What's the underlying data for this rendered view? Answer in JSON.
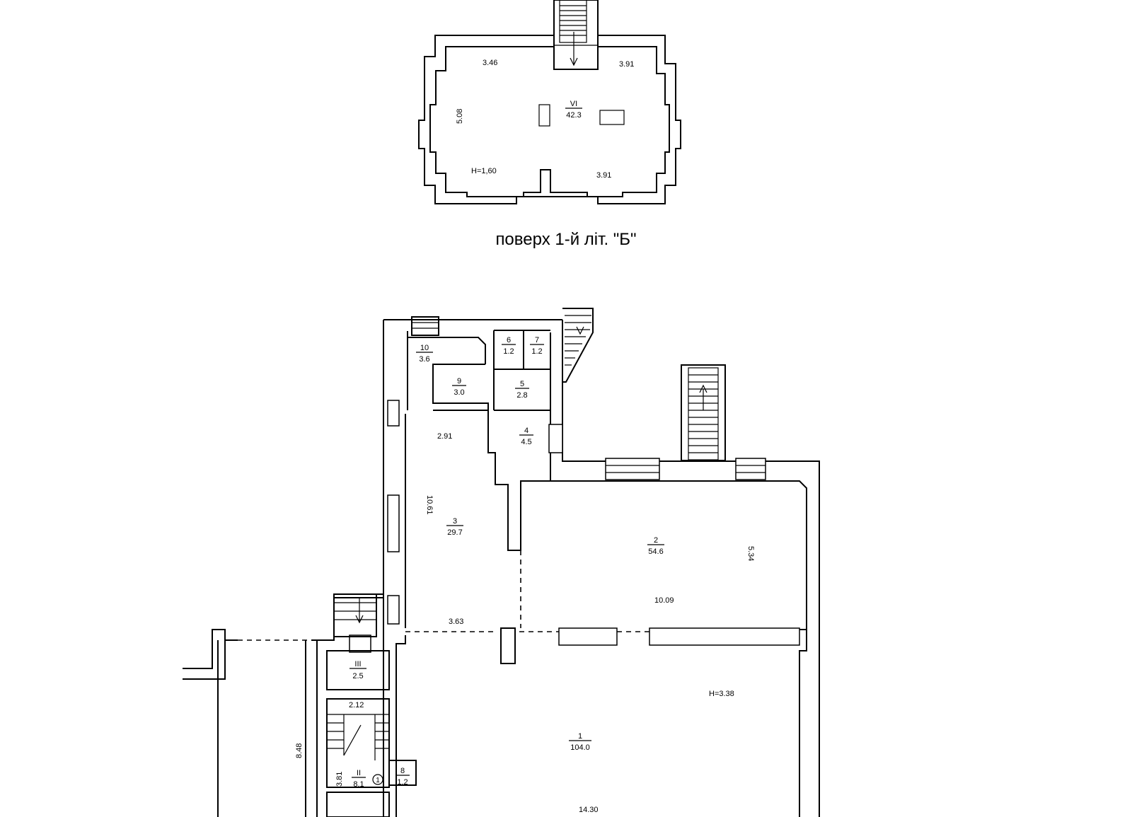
{
  "upper": {
    "caption": "поверх 1-й літ. \"Б\"",
    "dims": {
      "top_left": "3.46",
      "top_right": "3.91",
      "bottom_right": "3.91",
      "left_vertical": "5.08",
      "height": "H=1,60"
    },
    "room_vi": {
      "num": "VI",
      "area": "42.3"
    }
  },
  "lower": {
    "rooms": {
      "r1": {
        "num": "1",
        "area": "104.0"
      },
      "r2": {
        "num": "2",
        "area": "54.6"
      },
      "r3": {
        "num": "3",
        "area": "29.7"
      },
      "r4": {
        "num": "4",
        "area": "4.5"
      },
      "r5": {
        "num": "5",
        "area": "2.8"
      },
      "r6": {
        "num": "6",
        "area": "1.2"
      },
      "r7": {
        "num": "7",
        "area": "1.2"
      },
      "r8": {
        "num": "8",
        "area": "1.2"
      },
      "r9": {
        "num": "9",
        "area": "3.0"
      },
      "r10": {
        "num": "10",
        "area": "3.6"
      },
      "rII": {
        "num": "II",
        "area": "8.1"
      },
      "rIII": {
        "num": "III",
        "area": "2.5"
      }
    },
    "dims": {
      "d291": "2.91",
      "d1061": "10.61",
      "d363": "3.63",
      "d534": "5.34",
      "d1009": "10.09",
      "d212": "2.12",
      "d848": "8.48",
      "d381": "3.81",
      "d1430": "14.30",
      "height": "H=3.38"
    },
    "marker": "1"
  }
}
